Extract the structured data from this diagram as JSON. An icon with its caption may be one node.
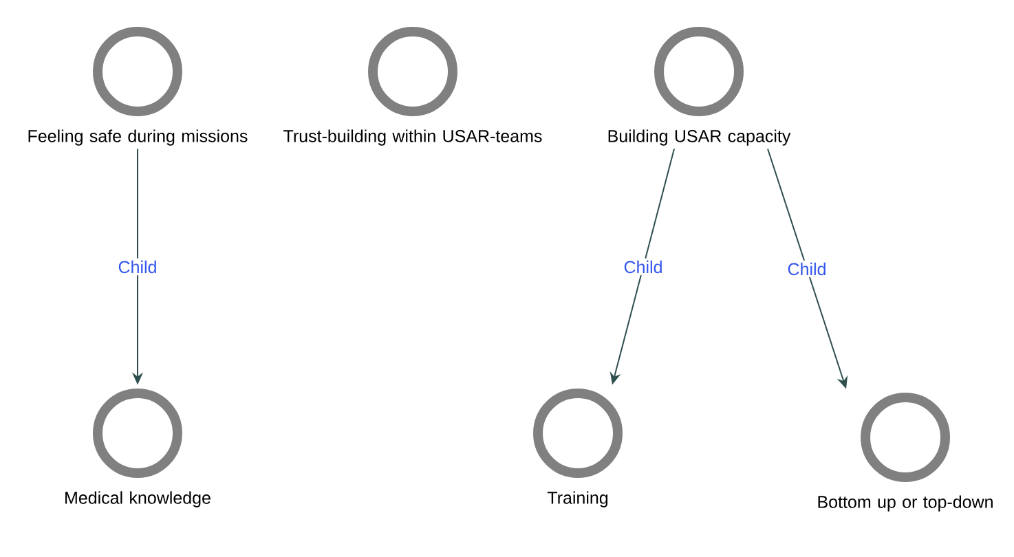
{
  "diagram": {
    "nodes": [
      {
        "text": [
          "Feeling safe during missions"
        ]
      },
      {
        "text": [
          "Trust-building within USAR-teams"
        ]
      },
      {
        "text": [
          "Building USAR capacity"
        ]
      },
      {
        "text": [
          "Medical knowledge"
        ]
      },
      {
        "text": [
          "Training"
        ]
      },
      {
        "text": [
          "Bottom up or top-down"
        ]
      }
    ],
    "edges": [
      {
        "from": 0,
        "to": 3,
        "arrow": "to",
        "label": "Child"
      },
      {
        "from": 2,
        "to": 4,
        "arrow": "to",
        "label": "Child"
      },
      {
        "from": 2,
        "to": 5,
        "arrow": "to",
        "label": "Child"
      }
    ]
  }
}
